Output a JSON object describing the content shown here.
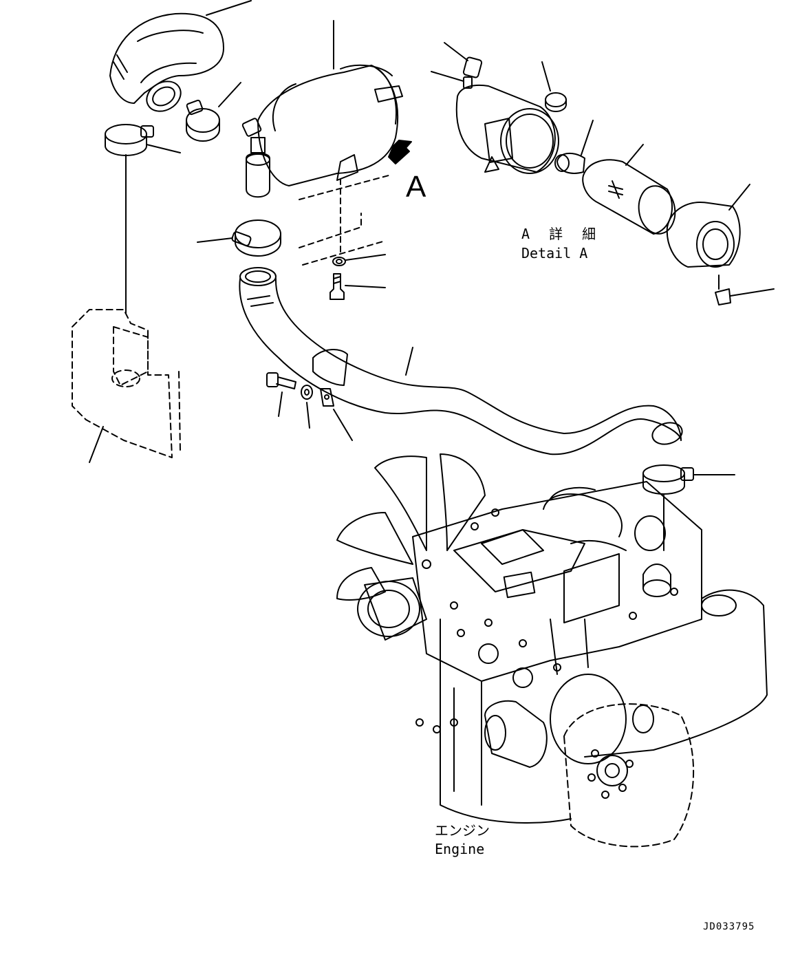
{
  "view_marker": {
    "letter": "A"
  },
  "detail_label": {
    "jp": "A 詳 細",
    "en": "Detail A"
  },
  "engine_label": {
    "jp": "エンジン",
    "en": "Engine"
  },
  "drawing_number": "JD033795",
  "parts": [
    "upper-intake-hose",
    "hose-clamp-upper",
    "air-cleaner-assembly",
    "vacuator-valve",
    "clamp-left",
    "bracket-plate",
    "lower-intake-hose",
    "hose-clamp-middle",
    "washer-right",
    "bolt-right",
    "bolt-left",
    "washer-left",
    "clip",
    "clamp-engine-inlet",
    "indicator",
    "sensor-fitting",
    "cap",
    "safety-element",
    "primary-element",
    "cover",
    "valve"
  ]
}
